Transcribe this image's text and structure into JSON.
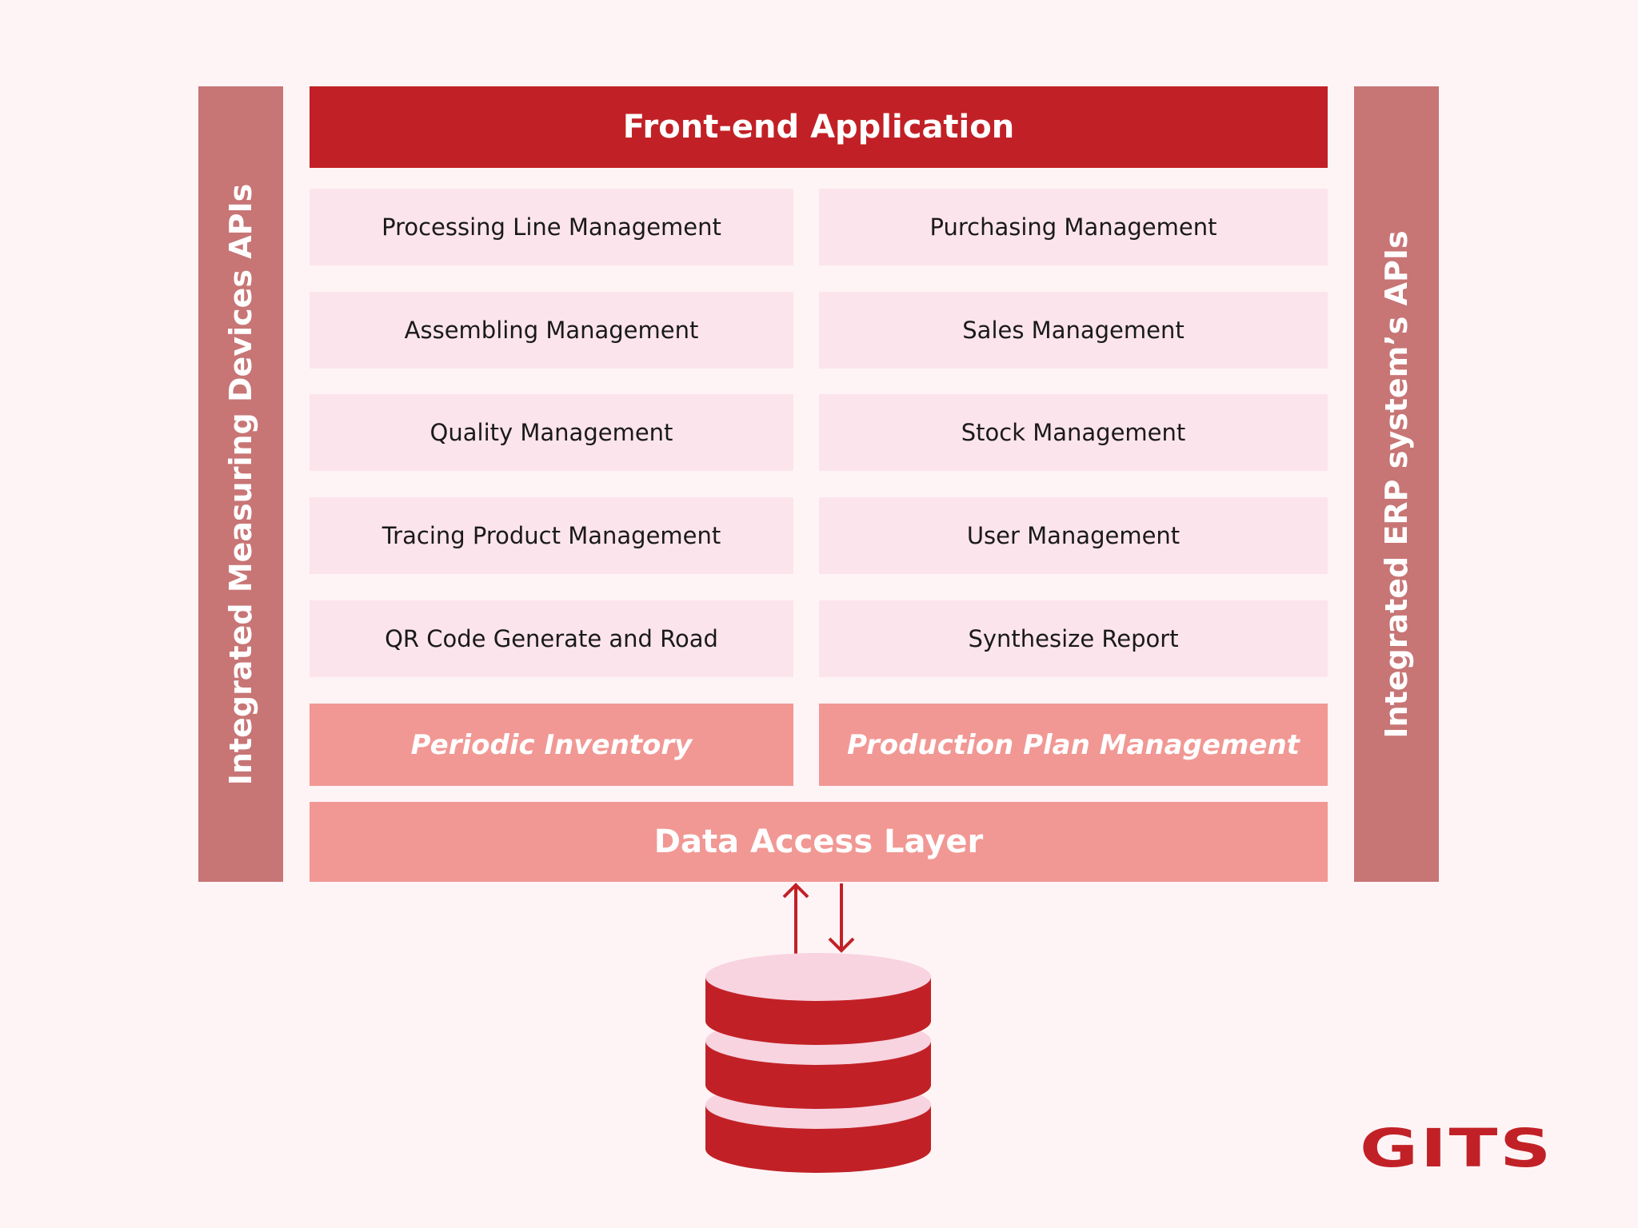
{
  "left_sidebar": {
    "label": "Integrated Measuring Devices APIs"
  },
  "right_sidebar": {
    "label": "Integrated ERP system’s APIs"
  },
  "header": {
    "title": "Front-end Application"
  },
  "modules": {
    "left": [
      "Processing Line Management",
      "Assembling Management",
      "Quality Management",
      "Tracing Product Management",
      "QR Code Generate and Road"
    ],
    "right": [
      "Purchasing Management",
      "Sales Management",
      "Stock Management",
      "User Management",
      "Synthesize Report"
    ]
  },
  "special_modules": {
    "left": "Periodic Inventory",
    "right": "Production Plan Management"
  },
  "data_access": {
    "label": "Data Access Layer"
  },
  "database": {
    "icon": "database-icon",
    "arrows": [
      "arrow-up-icon",
      "arrow-down-icon"
    ]
  },
  "logo": {
    "text": "GITS"
  },
  "colors": {
    "background": "#fef4f6",
    "primary_red": "#c12126",
    "sidebar": "#c87575",
    "module_bg": "#fce4ec",
    "salmon": "#f19894",
    "db_light": "#f8d3e0"
  }
}
